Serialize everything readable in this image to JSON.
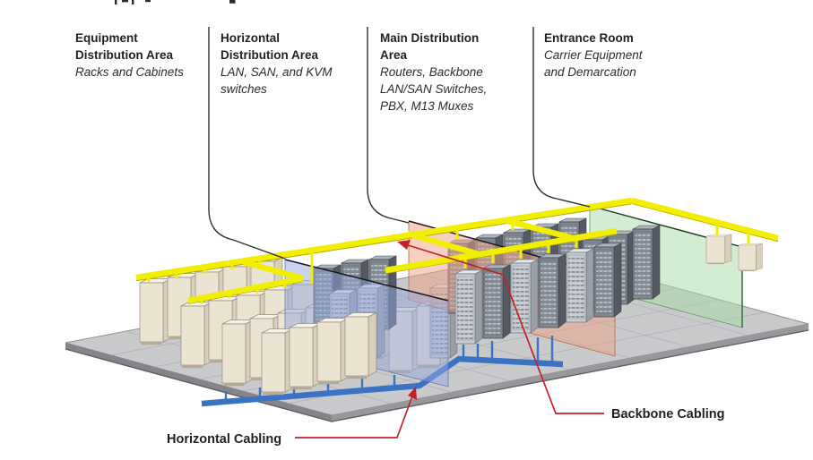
{
  "area_labels": [
    {
      "title": "Equipment Distribution Area",
      "subtitle": "Racks and Cabinets"
    },
    {
      "title": "Horizontal Distribution Area",
      "subtitle": "LAN, SAN, and KVM switches"
    },
    {
      "title": "Main Distribution Area",
      "subtitle": "Routers, Backbone LAN/SAN Switches, PBX, M13 Muxes"
    },
    {
      "title": "Entrance Room",
      "subtitle": "Carrier Equipment and Demarcation"
    }
  ],
  "cable_callouts": {
    "horizontal": "Horizontal Cabling",
    "backbone": "Backbone Cabling"
  },
  "colors": {
    "floor": "#c9cacc",
    "cabinet_beige": "#ece4d3",
    "hda_zone": "#93a7de",
    "mda_zone": "#efa183",
    "entrance_zone": "#a9dba6",
    "tray_yellow": "#f2ee00",
    "horizontal_cable_blue": "#3a72c4",
    "callout_red": "#c42127",
    "leader_line": "#2b2b33",
    "text": "#231f20"
  }
}
